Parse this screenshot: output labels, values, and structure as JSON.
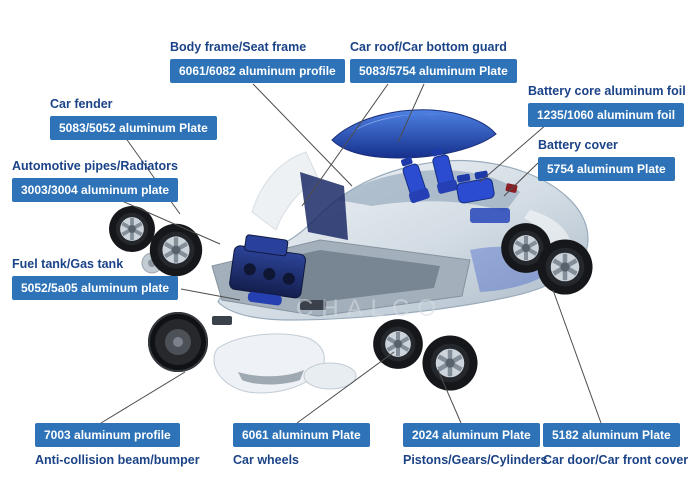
{
  "watermark": "CHALCO",
  "colors": {
    "box_bg": "#2e73b8",
    "box_text": "#ffffff",
    "title_text": "#1b4387",
    "line": "#4d4d4d"
  },
  "labels": {
    "body_frame": {
      "title": "Body frame/Seat frame",
      "spec": "6061/6082 aluminum profile"
    },
    "car_roof": {
      "title": "Car roof/Car bottom guard",
      "spec": "5083/5754 aluminum Plate"
    },
    "battery_foil": {
      "title": "Battery core aluminum foil",
      "spec": "1235/1060 aluminum foil"
    },
    "car_fender": {
      "title": "Car fender",
      "spec": "5083/5052 aluminum Plate"
    },
    "battery_cover": {
      "title": "Battery cover",
      "spec": "5754 aluminum Plate"
    },
    "pipes_radiators": {
      "title": "Automotive pipes/Radiators",
      "spec": "3003/3004 aluminum plate"
    },
    "fuel_tank": {
      "title": "Fuel tank/Gas tank",
      "spec": "5052/5a05 aluminum plate"
    },
    "anti_collision": {
      "title": "Anti-collision beam/bumper",
      "spec": "7003 aluminum profile"
    },
    "car_wheels": {
      "title": "Car wheels",
      "spec": "6061 aluminum Plate"
    },
    "pistons": {
      "title": "Pistons/Gears/Cylinders",
      "spec": "2024 aluminum Plate"
    },
    "car_door": {
      "title": "Car door/Car front cover",
      "spec": "5182 aluminum Plate"
    }
  }
}
